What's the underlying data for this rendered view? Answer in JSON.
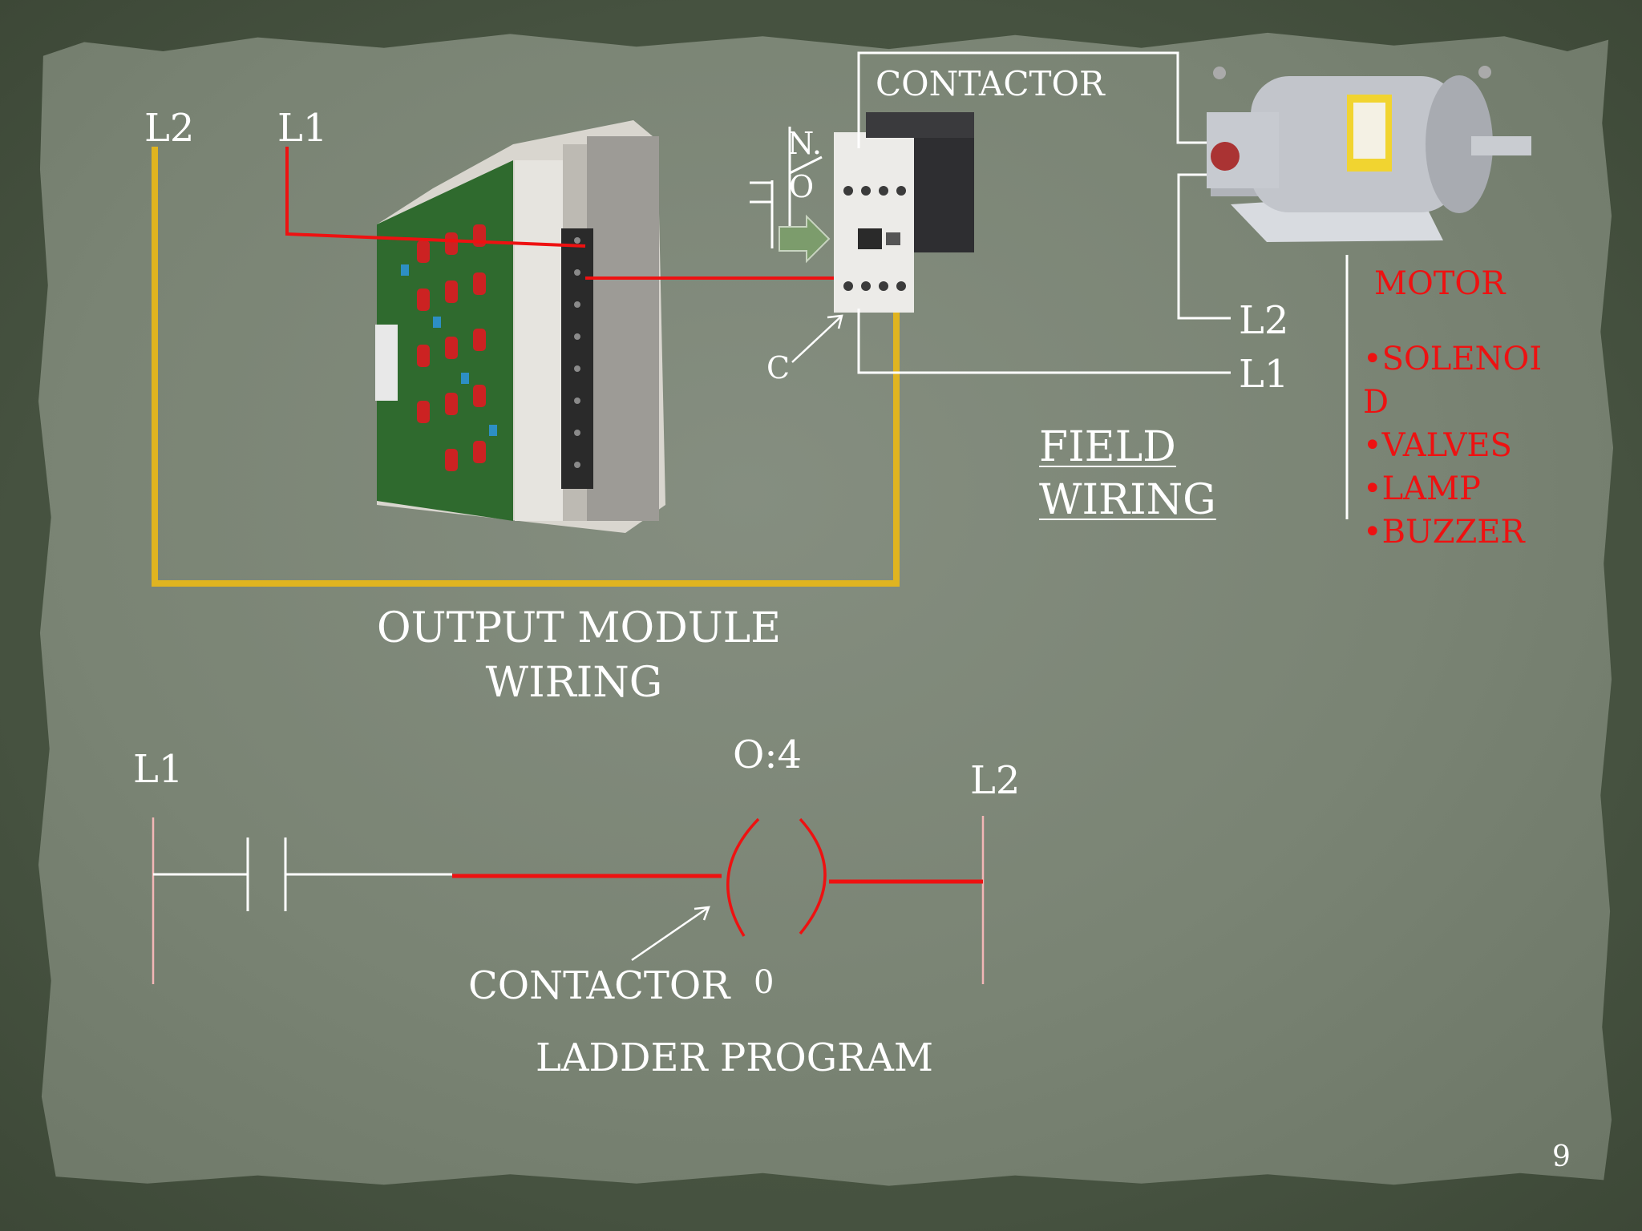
{
  "output_module": {
    "l2": "L2",
    "l1": "L1",
    "caption_line1": "OUTPUT MODULE",
    "caption_line2": "WIRING"
  },
  "contactor": {
    "title": "CONTACTOR",
    "no_label_1": "N.",
    "no_label_2": "O",
    "c_label": "C"
  },
  "field": {
    "l2": "L2",
    "l1": "L1",
    "caption_line1": "FIELD",
    "caption_line2": "WIRING"
  },
  "loads": {
    "title": "MOTOR",
    "items": [
      "•SOLENOI",
      "D",
      "•VALVES",
      "•LAMP",
      "•BUZZER"
    ]
  },
  "ladder": {
    "l1": "L1",
    "l2": "L2",
    "coil_address": "O:4",
    "contactor_label": "CONTACTOR",
    "bit_label": "0",
    "caption": "LADDER PROGRAM"
  },
  "slide_number": "9",
  "colors": {
    "wire_red": "#ee1111",
    "wire_yellow": "#e0b420",
    "text_white": "#ffffff",
    "load_text_red": "#ee1111"
  }
}
